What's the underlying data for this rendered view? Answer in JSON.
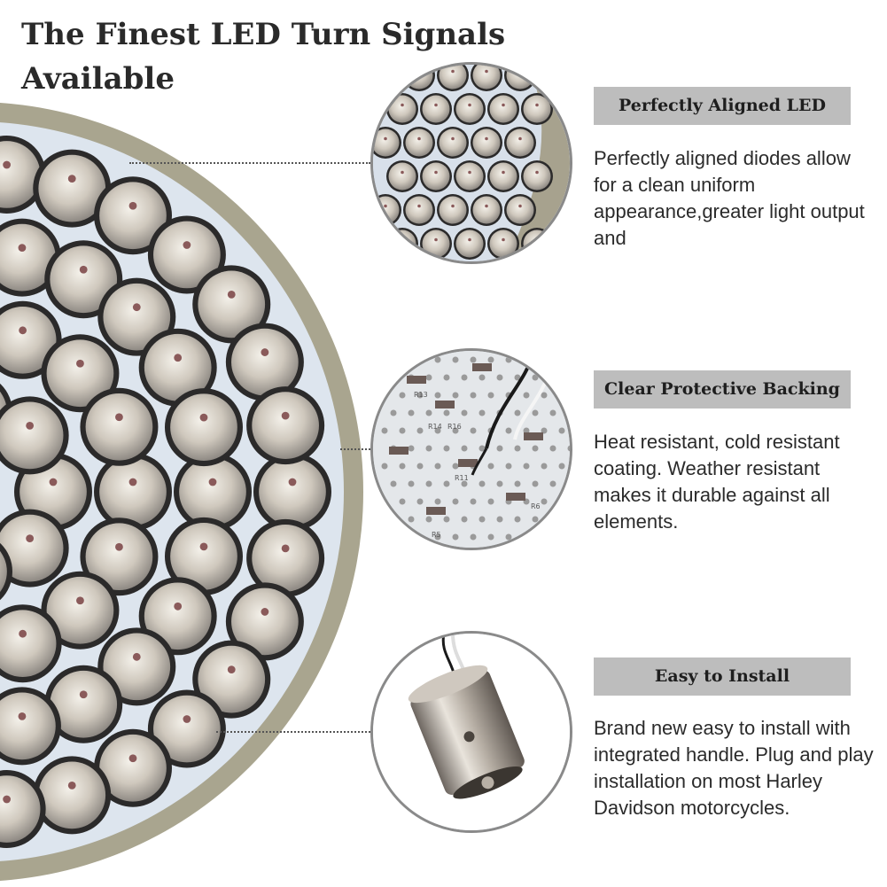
{
  "title": {
    "line1": "The Finest LED Turn Signals",
    "line2": "Available"
  },
  "features": [
    {
      "label": "Perfectly Aligned LED",
      "description": "Perfectly aligned diodes allow for a clean uniform appearance,greater light output and"
    },
    {
      "label": "Clear Protective Backing",
      "description": "Heat resistant, cold resistant coating. Weather resistant makes it durable against all elements."
    },
    {
      "label": "Easy to Install",
      "description": "Brand new easy to install with integrated handle. Plug and play installation on most Harley Davidson motorcycles."
    }
  ],
  "backing_labels": [
    "R13",
    "R14",
    "R16",
    "R11",
    "R5",
    "R6"
  ],
  "colors": {
    "label_background": "#bdbdbd",
    "text": "#2b2b2b",
    "board": "#dfe6ef",
    "rim": "#9c9a86"
  }
}
